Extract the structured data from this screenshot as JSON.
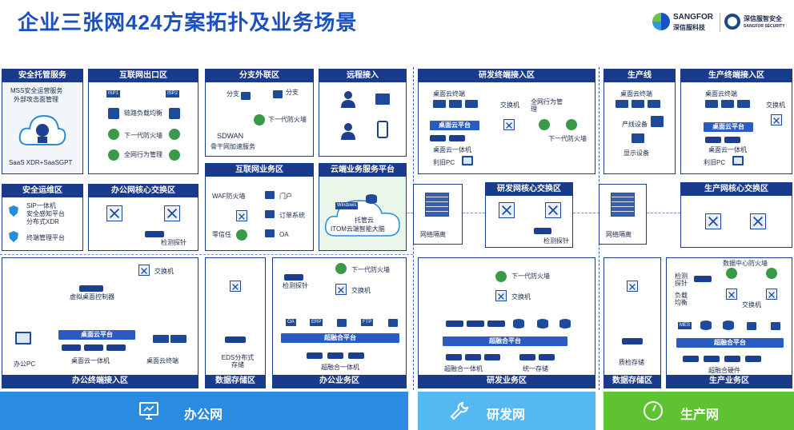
{
  "title": "企业三张网424方案拓扑及业务场景",
  "logo": {
    "brand": "SANGFOR",
    "brand_cn": "深信服科技",
    "security": "深信服智安全",
    "security_en": "SANGFOR SECURITY"
  },
  "office": {
    "mss": {
      "title": "安全托管服务",
      "desc1": "MSS安全运营服务",
      "desc2": "外部攻击面管理",
      "footer": "SaaS XDR+SaaSGPT"
    },
    "ops": {
      "title": "安全运维区",
      "item1": "SIP一体机",
      "item2": "安全感知平台",
      "item3": "分布式XDR",
      "item4": "终端管理平台"
    },
    "internet": {
      "title": "互联网出口区",
      "isp1": "ISP1",
      "isp2": "ISP2",
      "lb": "链路负载均衡",
      "fw": "下一代防火墙",
      "ac": "全网行为管理"
    },
    "branch": {
      "title": "分支外联区",
      "b1": "分支",
      "b2": "分支",
      "fw": "下一代防火墙",
      "sdwan": "SDWAN",
      "backbone": "骨干网加速服务"
    },
    "remote": {
      "title": "远程接入"
    },
    "inet_biz": {
      "title": "互联网业务区",
      "waf": "WAF防火墙",
      "zt": "零信任",
      "portal": "门户",
      "order": "订单系统",
      "oa": "OA"
    },
    "cloud": {
      "title": "云端业务服务平台",
      "win": "Windows",
      "hosted": "托管云",
      "itom": "ITOM云端智能大脑"
    },
    "core": {
      "title": "办公网核心交换区",
      "probe": "检测探针"
    },
    "access": {
      "switch": "交换机",
      "vdc": "虚拟桌面控制器",
      "cloud_platform": "桌面云平台",
      "office_pc": "办公PC",
      "aio": "桌面云一体机",
      "terminal": "桌面云终端",
      "footer": "办公终端接入区"
    },
    "storage": {
      "eds": "EDS分布式存储",
      "footer": "数据存储区"
    },
    "biz": {
      "probe": "检测探针",
      "fw": "下一代防火墙",
      "switch": "交换机",
      "oa": "OA",
      "erp": "ERP",
      "ftp": "FTP",
      "hci": "超融合平台",
      "hci_aio": "超融合一体机",
      "footer": "办公业务区"
    },
    "band": "办公网"
  },
  "rd": {
    "access": {
      "title": "研发终端接入区",
      "terminal": "桌面云终端",
      "switch": "交换机",
      "ac": "全网行为管理",
      "fw": "下一代防火墙",
      "platform": "桌面云平台",
      "aio": "桌面云一体机",
      "pc": "利旧PC"
    },
    "isolation": "网络隔离",
    "core": {
      "title": "研发网核心交换区",
      "probe": "检测探针"
    },
    "biz": {
      "fw": "下一代防火墙",
      "switch": "交换机",
      "hci": "超融合平台",
      "aio": "超融合一体机",
      "storage": "统一存储",
      "footer": "研发业务区"
    },
    "band": "研发网"
  },
  "prod": {
    "line": {
      "title": "生产线",
      "terminal": "桌面云终端",
      "device": "产线设备",
      "display": "显示设备"
    },
    "access": {
      "title": "生产终端接入区",
      "terminal": "桌面云终端",
      "switch": "交换机",
      "platform": "桌面云平台",
      "aio": "桌面云一体机",
      "pc": "利旧PC"
    },
    "isolation": "网络隔离",
    "core": {
      "title": "生产网核心交换区"
    },
    "storage": {
      "label": "质检存储",
      "footer": "数据存储区"
    },
    "biz": {
      "probe": "检测探针",
      "lb": "负载均衡",
      "dcfw": "数据中心防火墙",
      "switch": "交换机",
      "mes": "MES",
      "hci": "超融合平台",
      "hw": "超融合硬件",
      "footer": "生产业务区"
    },
    "band": "生产网"
  },
  "colors": {
    "office": "#2a8be0",
    "rd": "#56b8f0",
    "prod": "#5fc230",
    "navy": "#1a3a8c",
    "title": "#1b4fc4"
  }
}
